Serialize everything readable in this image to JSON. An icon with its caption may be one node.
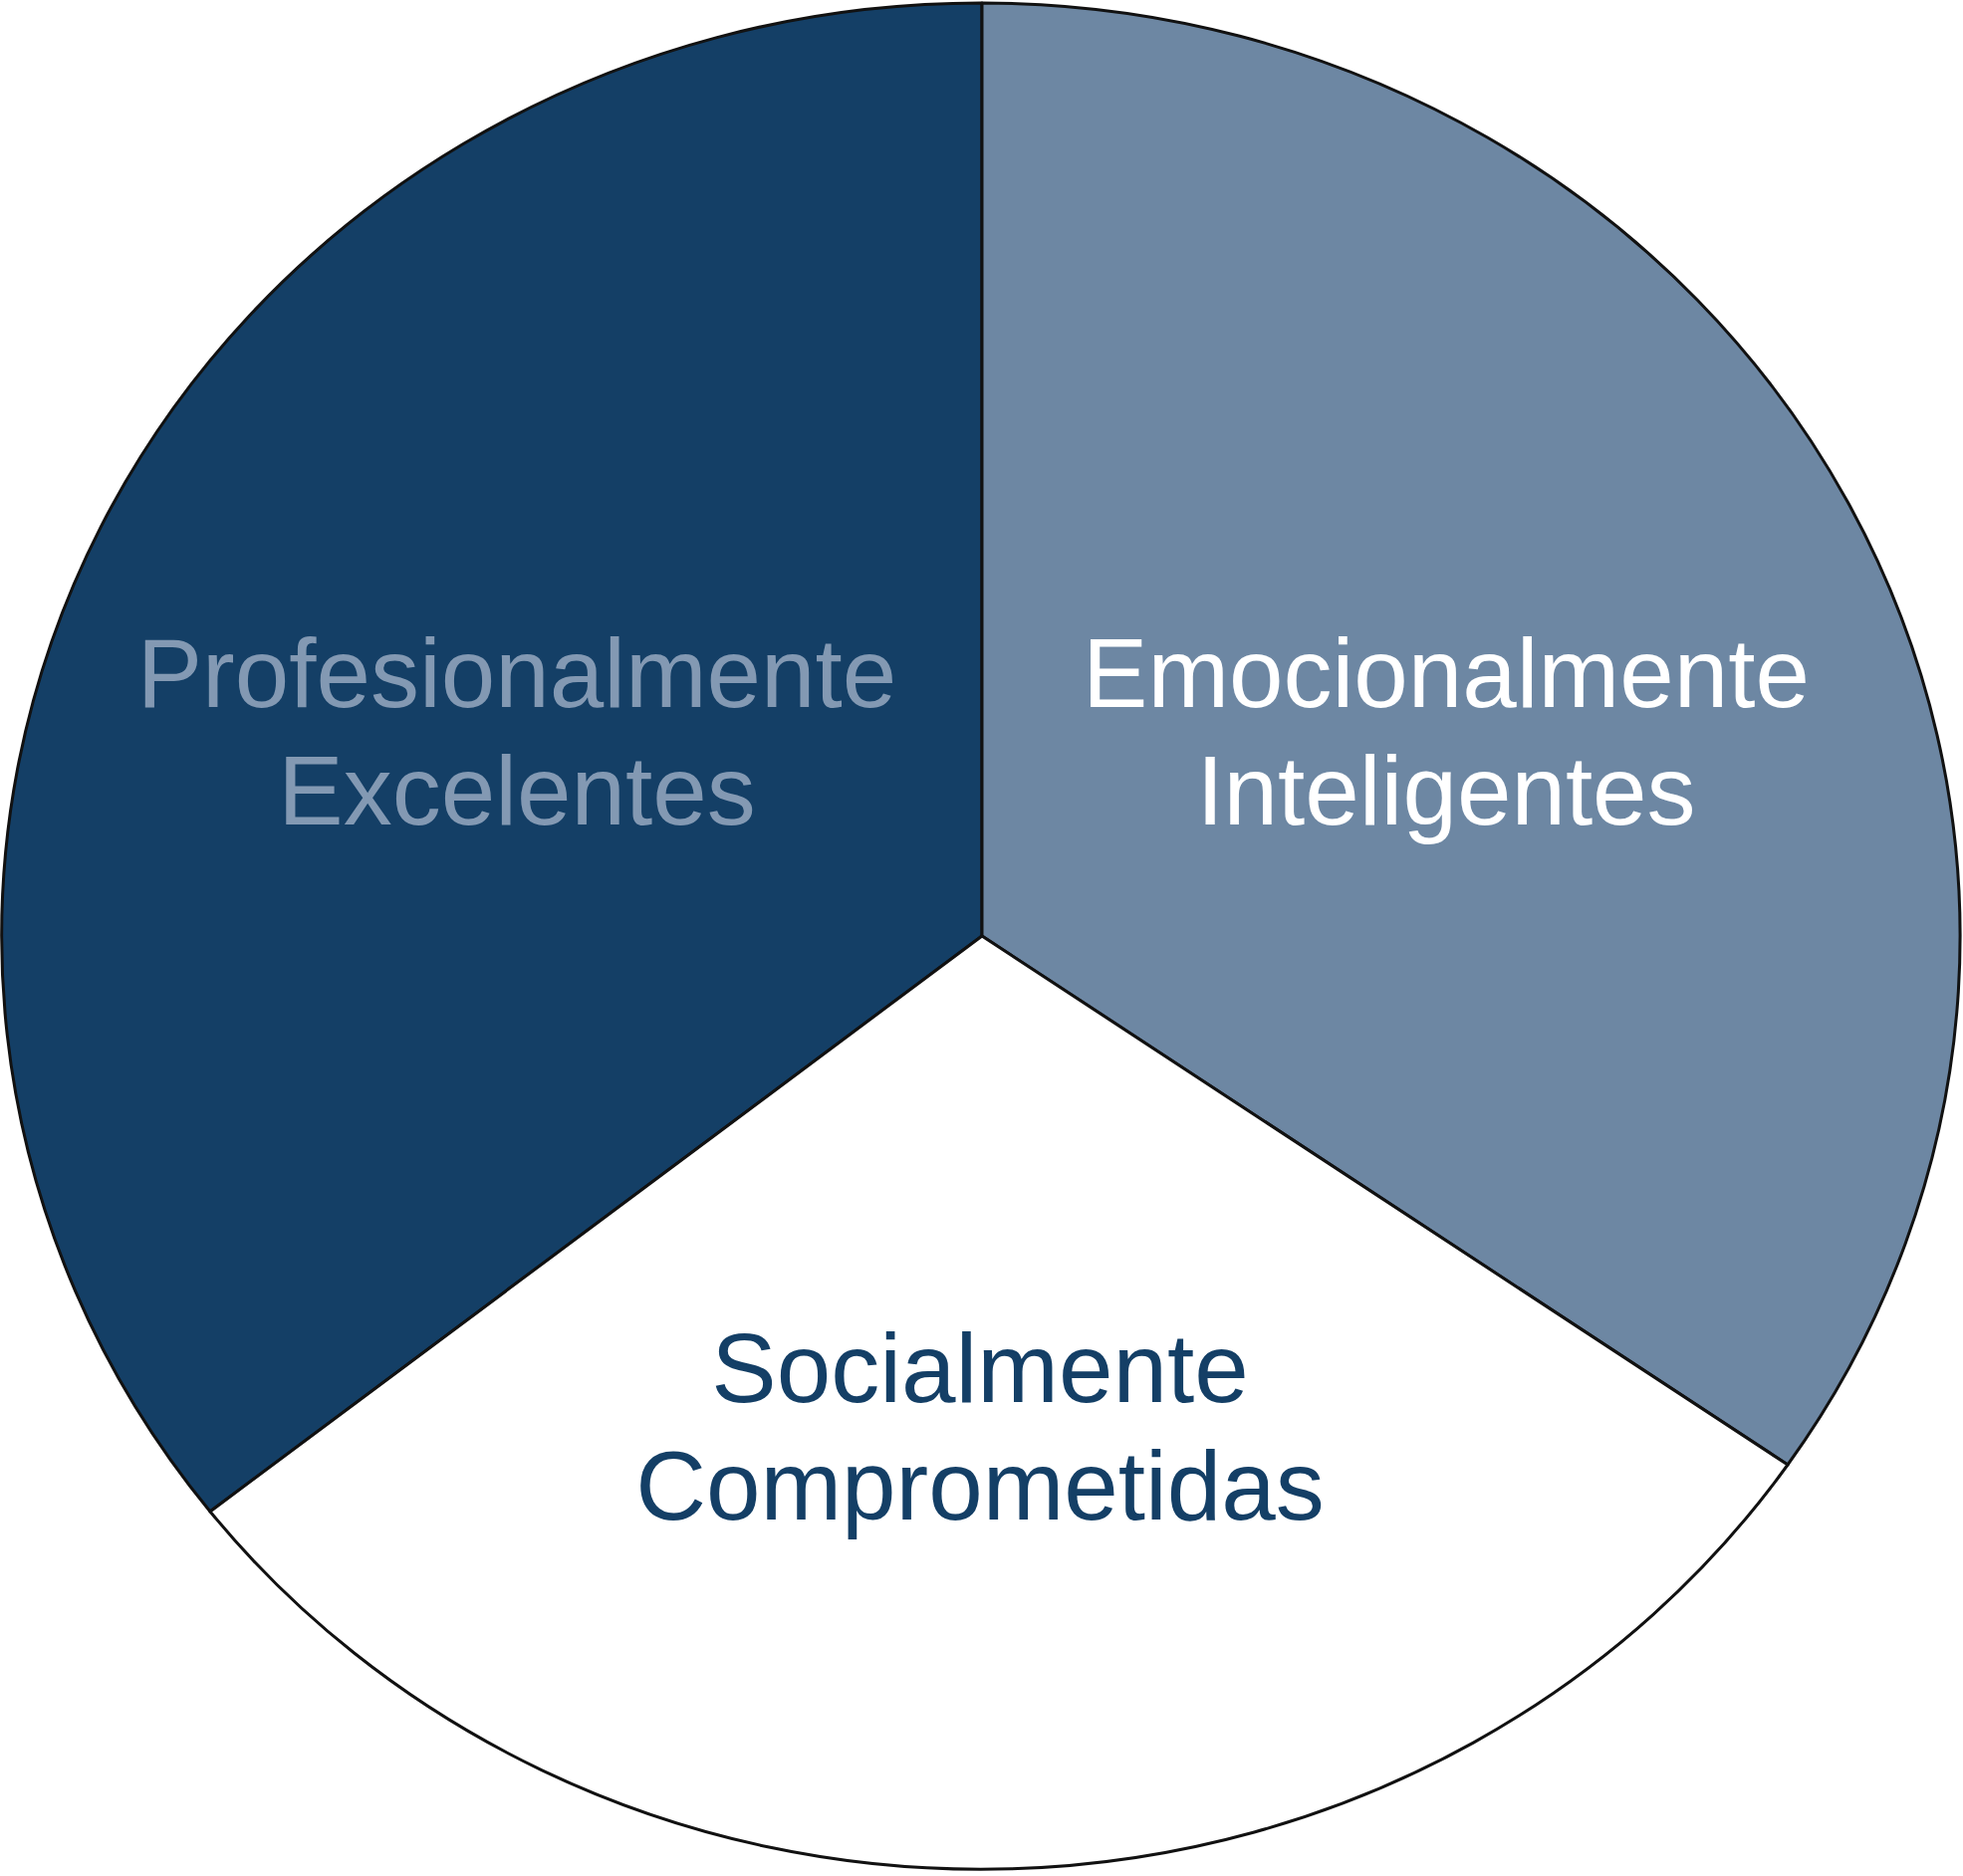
{
  "diagram": {
    "nodes": [
      {
        "text": [
          "Profesionalmente Excelentes"
        ]
      },
      {
        "text": [
          "Emocionalmente Inteligentes"
        ]
      },
      {
        "text": [
          "Socialmente Comprometidas"
        ]
      }
    ]
  }
}
